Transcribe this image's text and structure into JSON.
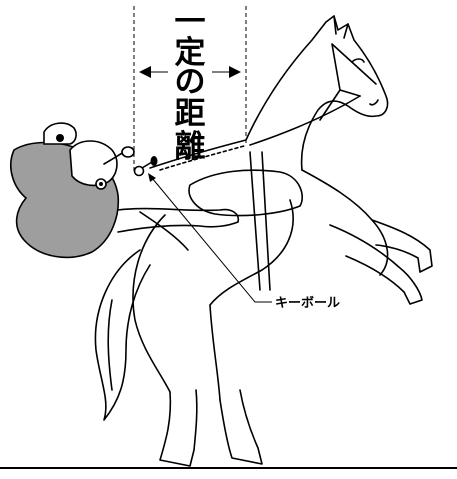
{
  "labels": {
    "distance_chars": [
      "一",
      "定",
      "の",
      "距",
      "離"
    ],
    "key_ball": "キーボール"
  },
  "colors": {
    "line": "#000000",
    "background": "#ffffff",
    "elephant": "#9e9e9e"
  }
}
